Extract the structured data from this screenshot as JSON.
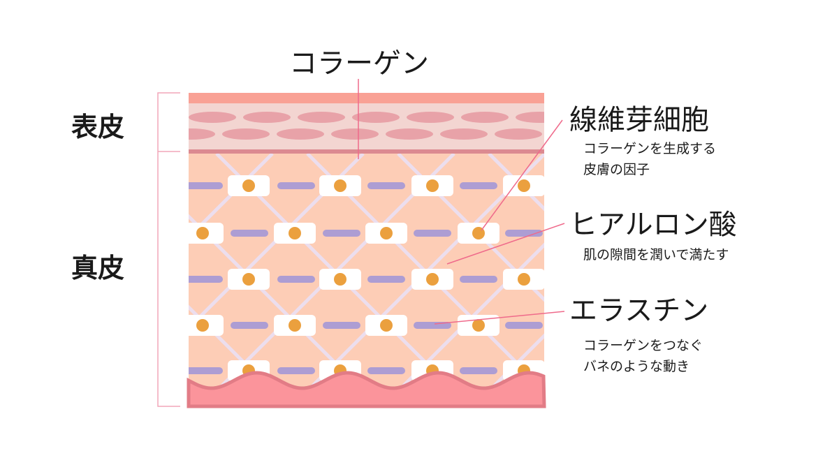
{
  "labels": {
    "top": "コラーゲン",
    "epidermis": "表皮",
    "dermis": "真皮",
    "fibroblast": {
      "title": "線維芽細胞",
      "desc": "コラーゲンを生成する\n皮膚の因子"
    },
    "hyaluronic": {
      "title": "ヒアルロン酸",
      "desc": "肌の隙間を潤いで満たす"
    },
    "elastin": {
      "title": "エラスチン",
      "desc": "コラーゲンをつなぐ\nバネのような動き"
    }
  },
  "colors": {
    "epidermis_top": "#f9a195",
    "epidermis_body": "#f3d5d1",
    "epidermis_cells": "#e8a2a8",
    "basal_line": "#dc8a91",
    "dermis": "#fdcdb6",
    "collagen_mesh": "#ecdeee",
    "elastin": "#ad9dd3",
    "cell_body": "#ffffff",
    "cell_nucleus": "#eba03e",
    "subcutis": "#fb949b",
    "subcutis_edge": "#e27c86",
    "leader": "#ef6a8b",
    "bracket": "#f2a6b8"
  }
}
